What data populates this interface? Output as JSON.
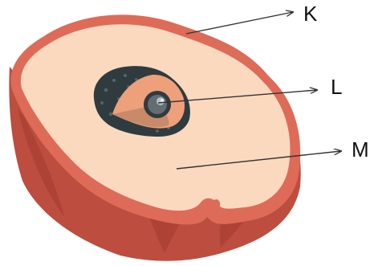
{
  "labels": {
    "k": "K",
    "l": "L",
    "m": "M"
  },
  "colors": {
    "outer_skin": "#de6b57",
    "side_skin": "#bd4d3e",
    "side_dark": "#a63c31",
    "inner_flesh": "#fbd9bf",
    "seed_coat": "#2f3b3f",
    "seed_inner": "#eea07b",
    "center_core": "#636e72",
    "pointer_line": "#333333"
  }
}
